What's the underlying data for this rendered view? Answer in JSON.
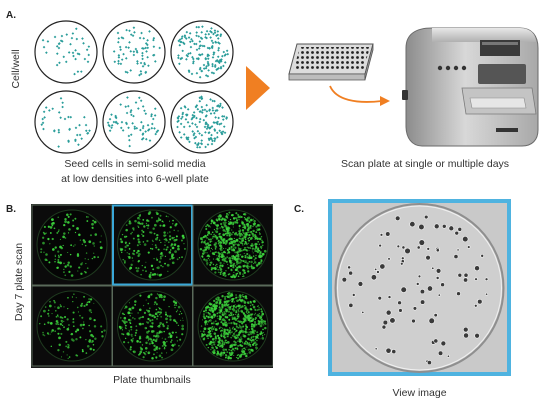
{
  "panels": {
    "a": {
      "letter": "A.",
      "row_label": "Cell/well",
      "left_caption_line1": "Seed cells in semi-solid media",
      "left_caption_line2": "at low densities into 6-well plate",
      "right_caption": "Scan plate at single or multiple days",
      "arrow_color": "#F07F22",
      "dot_color": "#2A9D9A"
    },
    "b": {
      "letter": "B.",
      "row_label": "Day 7 plate scan",
      "caption": "Plate thumbnails",
      "selected_frame_color": "#3AA8D8",
      "colony_color": "#3CD23C"
    },
    "c": {
      "letter": "C.",
      "caption": "View image",
      "frame_color": "#4FB3E0"
    }
  }
}
